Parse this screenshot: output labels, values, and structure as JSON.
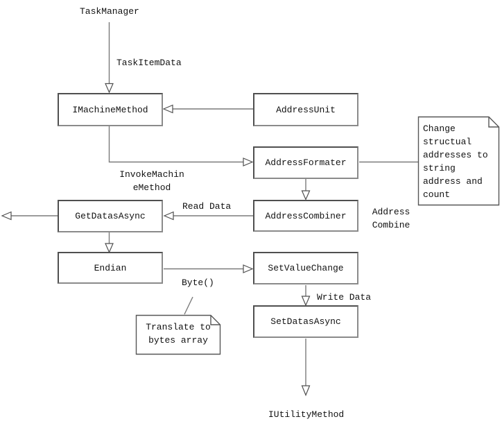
{
  "diagram": {
    "nodes": {
      "task_manager": {
        "label": "TaskManager"
      },
      "imachine_method": {
        "label": "IMachineMethod"
      },
      "address_unit": {
        "label": "AddressUnit"
      },
      "address_formater": {
        "label": "AddressFormater"
      },
      "get_datas_async": {
        "label": "GetDatasAsync"
      },
      "address_combiner": {
        "label": "AddressCombiner"
      },
      "endian": {
        "label": "Endian"
      },
      "set_value_change": {
        "label": "SetValueChange"
      },
      "set_datas_async": {
        "label": "SetDatasAsync"
      },
      "iutility_method": {
        "label": "IUtilityMethod"
      }
    },
    "notes": {
      "address_note": {
        "text": "Change structual addresses to string address and count"
      },
      "bytes_note": {
        "text": "Translate to bytes array"
      }
    },
    "edge_labels": {
      "task_item_data": "TaskItemData",
      "invoke_machine_method": "InvokeMachin\neMethod",
      "read_data": "Read Data",
      "address_combine": "Address\nCombine",
      "byte_call": "Byte()",
      "write_data": "Write Data"
    },
    "colors": {
      "background": "#ffffff",
      "connector": "#7a7a7a",
      "shape_border": "#4f4f4f",
      "text": "#111111"
    }
  }
}
